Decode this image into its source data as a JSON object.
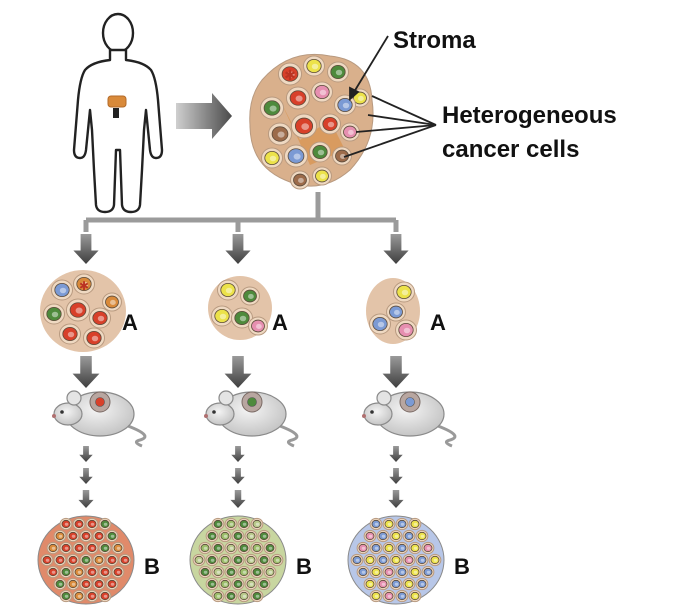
{
  "labels": {
    "stroma": "Stroma",
    "heterogeneous_line1": "Heterogeneous",
    "heterogeneous_line2": "cancer cells",
    "subpop_label": "A",
    "result_label": "B"
  },
  "branches": [
    {
      "id": "branch-1",
      "cell_types": [
        "red",
        "blue",
        "green",
        "orange"
      ]
    },
    {
      "id": "branch-2",
      "cell_types": [
        "yellow",
        "green",
        "pink"
      ]
    },
    {
      "id": "branch-3",
      "cell_types": [
        "yellow",
        "blue",
        "pink"
      ]
    }
  ],
  "results": [
    {
      "id": "result-1",
      "theme": "red"
    },
    {
      "id": "result-2",
      "theme": "green"
    },
    {
      "id": "result-3",
      "theme": "blue-yellow"
    }
  ],
  "colors": {
    "red": "#d8402a",
    "green": "#4e8a3c",
    "blue": "#7b9ad4",
    "yellow": "#ece24a",
    "pink": "#e68fb0",
    "brown": "#9c6b4a",
    "orange": "#d98a3a",
    "stroma": "#d9b08c",
    "arrow": "#555555"
  }
}
